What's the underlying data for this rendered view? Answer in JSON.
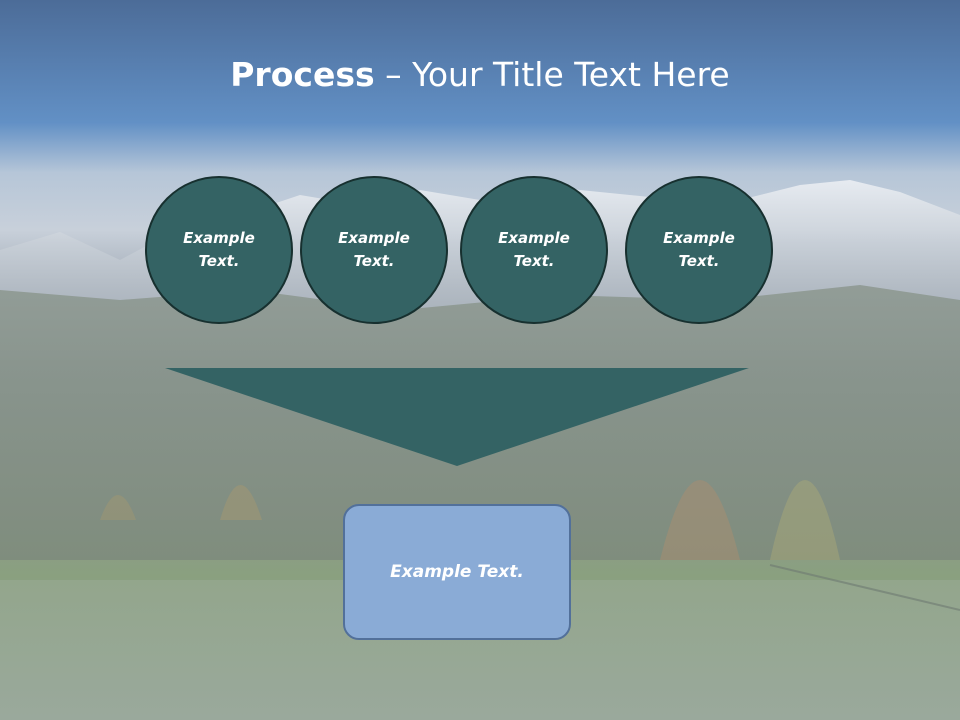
{
  "slide": {
    "title_bold": "Process",
    "title_rest": " – Your Title Text Here",
    "steps": [
      {
        "label": "Example Text."
      },
      {
        "label": "Example Text."
      },
      {
        "label": "Example Text."
      },
      {
        "label": "Example Text."
      }
    ],
    "result_label": "Example Text."
  },
  "colors": {
    "circle_fill": "#346364",
    "circle_border": "#17302f",
    "funnel_fill": "#346364",
    "result_fill": "#8aabd6",
    "result_border": "#52709a",
    "title_text": "#ffffff"
  }
}
